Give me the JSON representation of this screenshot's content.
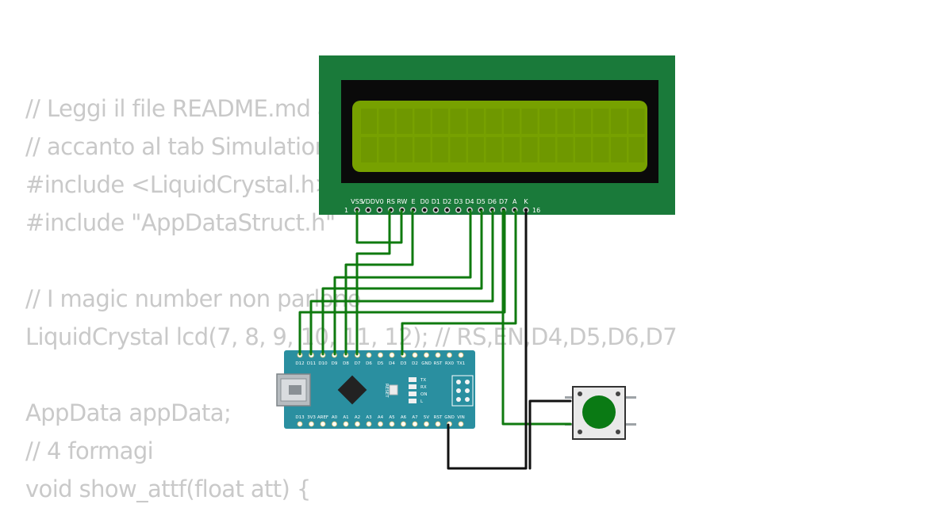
{
  "code_lines": [
    "// Leggi il file README.md accanto al tab Description",
    "// accanto al tab Simulation",
    "#include <LiquidCrystal.h>",
    "#include \"AppDataStruct.h\"",
    "",
    "// I magic number non parlono",
    "LiquidCrystal lcd(7, 8, 9, 10, 11, 12); // RS,EN,D4,D5,D6,D7",
    "",
    "AppData appData;",
    "// 4 formagi",
    "void show_attf(float att) {"
  ],
  "lcd": {
    "pin_labels": [
      "VSS",
      "VDD",
      "V0",
      "RS",
      "RW",
      "E",
      "D0",
      "D1",
      "D2",
      "D3",
      "D4",
      "D5",
      "D6",
      "D7",
      "A",
      "K"
    ],
    "pin_first": "1",
    "pin_last": "16",
    "colors": {
      "board": "#1a7a3a",
      "bezel": "#0a0a0a",
      "screen": "#77a100"
    }
  },
  "nano": {
    "top_labels": [
      "D12",
      "D11",
      "D10",
      "D9",
      "D8",
      "D7",
      "D6",
      "D5",
      "D4",
      "D3",
      "D2",
      "GND",
      "RST",
      "RX0",
      "TX1"
    ],
    "bottom_labels": [
      "D13",
      "3V3",
      "AREF",
      "A0",
      "A1",
      "A2",
      "A3",
      "A4",
      "A5",
      "A6",
      "A7",
      "5V",
      "RST",
      "GND",
      "VIN"
    ],
    "reset_label": "RESET",
    "led_labels": [
      "TX",
      "RX",
      "ON",
      "L"
    ],
    "color": "#2a8fa0"
  },
  "button": {
    "color": "#0a7a14"
  },
  "wires": {
    "signal_color": "#0f7a0f",
    "ground_color": "#111111"
  }
}
